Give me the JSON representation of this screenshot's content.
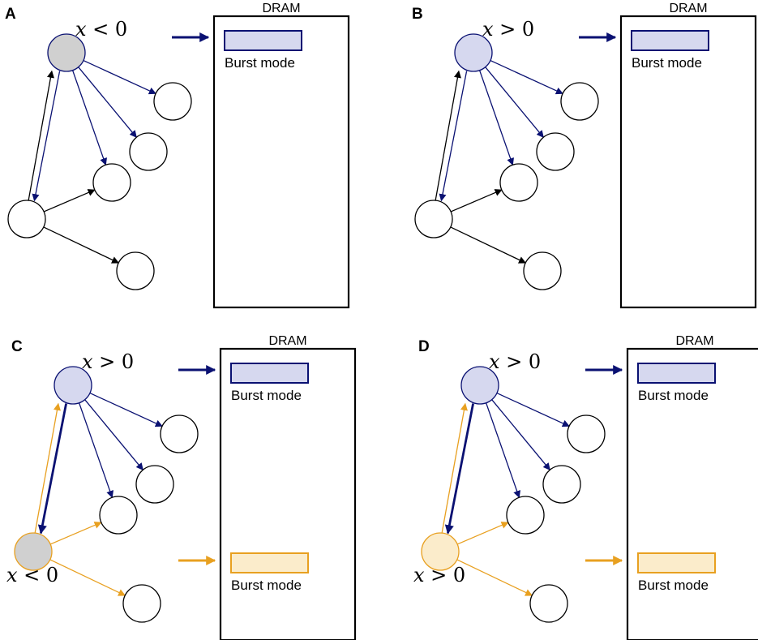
{
  "colors": {
    "navy": "#0a1172",
    "navy_fill": "#d6d8ef",
    "orange": "#e8a020",
    "orange_fill": "#fbeccb",
    "gray_fill": "#d0d0d0",
    "black": "#000000"
  },
  "panels": [
    {
      "label": "A",
      "dram_title": "DRAM",
      "top_node_condition": "x < 0",
      "top_node_state": "gray",
      "bottom_node_condition": "",
      "bottom_node_state": "white",
      "buffers": [
        {
          "label": "Burst mode",
          "color": "navy"
        }
      ]
    },
    {
      "label": "B",
      "dram_title": "DRAM",
      "top_node_condition": "x > 0",
      "top_node_state": "navy",
      "bottom_node_condition": "",
      "bottom_node_state": "white",
      "buffers": [
        {
          "label": "Burst mode",
          "color": "navy"
        }
      ]
    },
    {
      "label": "C",
      "dram_title": "DRAM",
      "top_node_condition": "x > 0",
      "top_node_state": "navy",
      "bottom_node_condition": "x < 0",
      "bottom_node_state": "gray",
      "buffers": [
        {
          "label": "Burst mode",
          "color": "navy"
        },
        {
          "label": "Burst mode",
          "color": "orange"
        }
      ]
    },
    {
      "label": "D",
      "dram_title": "DRAM",
      "top_node_condition": "x > 0",
      "top_node_state": "navy",
      "bottom_node_condition": "x > 0",
      "bottom_node_state": "orange",
      "buffers": [
        {
          "label": "Burst mode",
          "color": "navy"
        },
        {
          "label": "Burst mode",
          "color": "orange"
        }
      ]
    }
  ]
}
